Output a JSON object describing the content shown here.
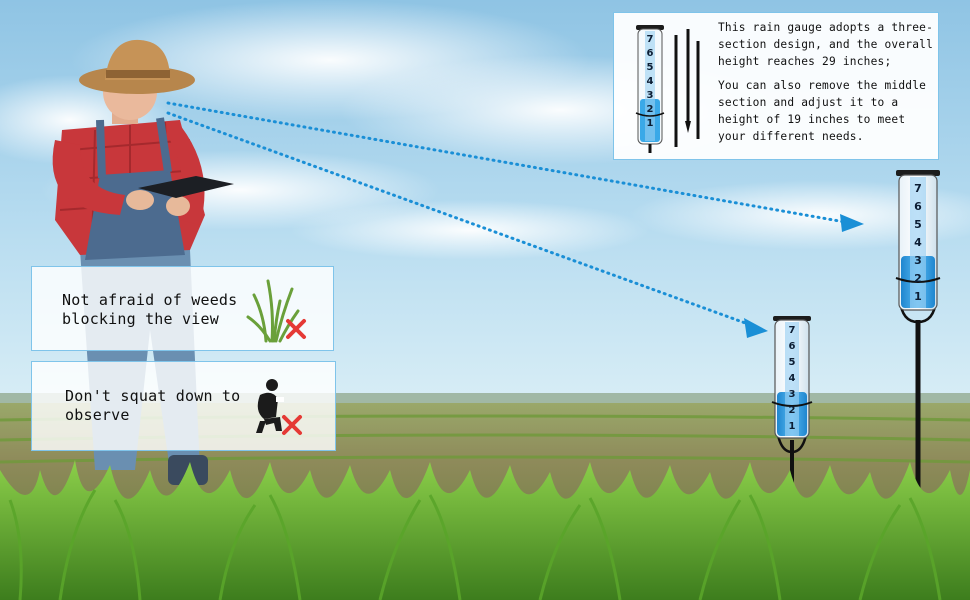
{
  "info_card": {
    "paragraph_1": "This rain gauge adopts a three-section design, and the overall height reaches 29 inches;",
    "paragraph_2": "You can also remove the middle section and adjust it to a height of 19 inches to meet your different needs."
  },
  "feature_weeds": {
    "label": "Not afraid of weeds blocking the view",
    "icon": "grass-cross-icon"
  },
  "feature_squat": {
    "label": "Don't squat down to observe",
    "icon": "squatting-person-cross-icon"
  },
  "gauge_scale": [
    "7",
    "6",
    "5",
    "4",
    "3",
    "2",
    "1"
  ],
  "colors": {
    "accent": "#1a8fd6",
    "cross": "#e53935",
    "water": "#3aa9e8"
  }
}
